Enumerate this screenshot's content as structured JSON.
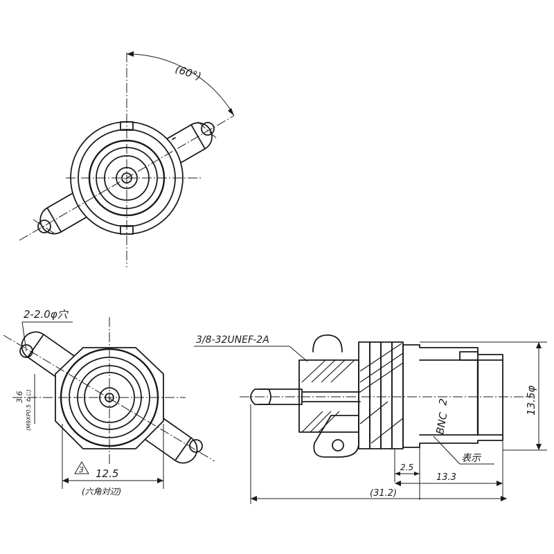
{
  "top_view": {
    "angle_label": "(60°)"
  },
  "front_view": {
    "hole_callout": "2-2.0φ穴",
    "hex_callout": "(六角対辺)",
    "hex_width": "12.5",
    "triangle_mark": "3",
    "thread_note_value": "3.6",
    "thread_note_spec": "(M9XP0.5 ねじ)"
  },
  "side_view": {
    "thread_callout": "3/8-32UNEF-2A",
    "marking_text": "BNC",
    "marking_suffix": "2",
    "marking_label": "表示",
    "dia_callout": "13.5φ",
    "dim_small": "2.5",
    "dim_body": "13.3",
    "dim_overall": "(31.2)"
  }
}
